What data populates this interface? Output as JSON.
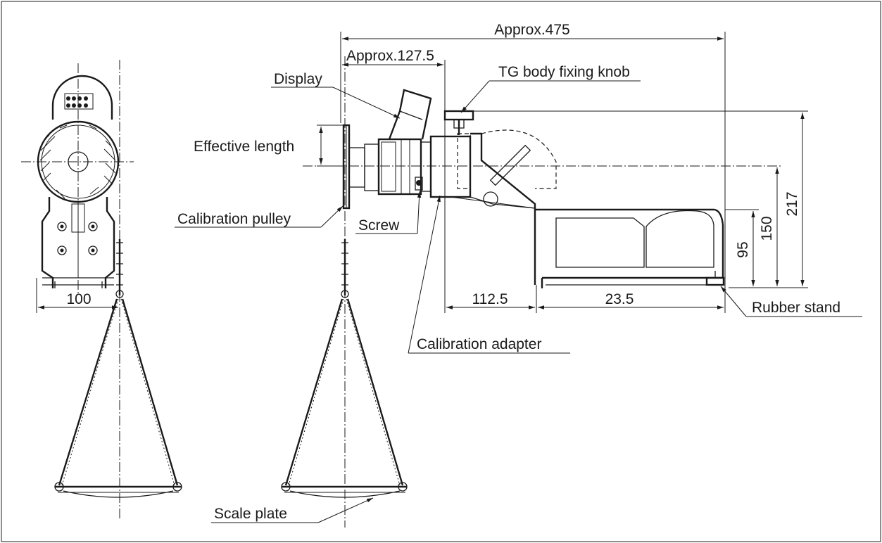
{
  "labels": {
    "approx_475": "Approx.475",
    "approx_127_5": "Approx.127.5",
    "display": "Display",
    "tg_body_fixing_knob": "TG body fixing knob",
    "effective_length": "Effective length",
    "calibration_pulley": "Calibration pulley",
    "screw": "Screw",
    "calibration_adapter": "Calibration adapter",
    "rubber_stand": "Rubber stand",
    "scale_plate": "Scale plate",
    "dim_100": "100",
    "dim_112_5": "112.5",
    "dim_23_5": "23.5",
    "dim_95": "95",
    "dim_150": "150",
    "dim_217": "217"
  }
}
